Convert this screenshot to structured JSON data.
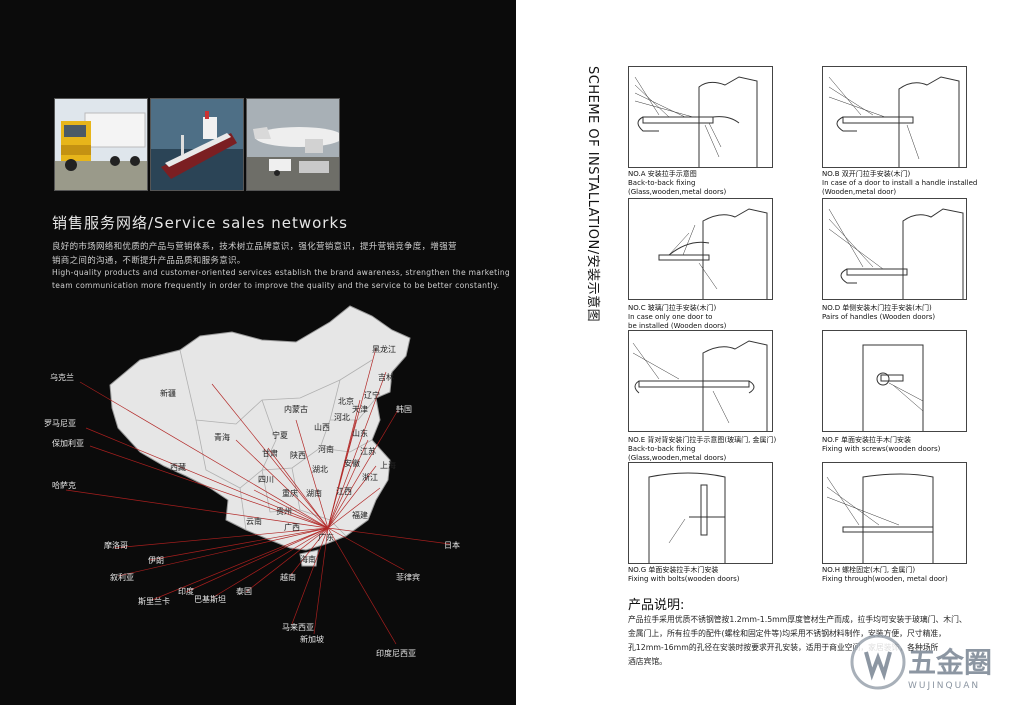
{
  "left_page": {
    "section_title": "销售服务网络/Service sales networks",
    "desc_lines": [
      "良好的市场网络和优质的产品与营销体系，技术树立品牌意识，强化营销意识，提升营销竞争度，增强营",
      "销商之间的沟通，不断提升产品品质和服务意识。",
      "High-quality products and customer-oriented services establish the brand awareness, strengthen the marketing",
      "team communication more frequently in order to improve the quality and the service to be better constantly."
    ],
    "photos": [
      "truck-photo",
      "ship-photo",
      "airplane-photo"
    ],
    "map_provinces": [
      "黑龙江",
      "吉林",
      "新疆",
      "内蒙古",
      "青海",
      "甘肃",
      "西藏",
      "四川",
      "陕西",
      "山西",
      "河北",
      "北京",
      "天津",
      "山东",
      "河南",
      "湖北",
      "湖南",
      "江西",
      "浙江",
      "上海",
      "重庆",
      "宁夏",
      "云南",
      "广西",
      "广东",
      "福建",
      "贵州",
      "海南",
      "安徽",
      "江苏",
      "辽宁"
    ],
    "destinations": [
      "乌克兰",
      "罗马尼亚",
      "保加利亚",
      "哈萨克",
      "摩洛哥",
      "伊朗",
      "叙利亚",
      "斯里兰卡",
      "巴基斯坦",
      "印度",
      "泰国",
      "越南",
      "马来西亚",
      "新加坡",
      "印度尼西亚",
      "菲律宾",
      "日本",
      "韩国"
    ]
  },
  "right_page": {
    "vertical_title": "SCHEME OF INSTALLATION/安装示意图",
    "panels": [
      {
        "cap1": "NO.A 安装拉手示意图",
        "cap2": "Back-to-back fixing",
        "cap3": "(Glass,wooden,metal doors)"
      },
      {
        "cap1": "NO.B 双开门拉手安装(木门)",
        "cap2": "In case of a door to install a handle installed",
        "cap3": "(Wooden,metal door)"
      },
      {
        "cap1": "NO.C 玻璃门拉手安装(木门)",
        "cap2": "In case only one door to",
        "cap3": "be installed (Wooden doors)"
      },
      {
        "cap1": "NO.D 单侧安装木门拉手安装(木门)",
        "cap2": "Pairs of handles (Wooden doors)",
        "cap3": ""
      },
      {
        "cap1": "NO.E 背对背安装门拉手示意图(玻璃门, 金属门)",
        "cap2": "Back-to-back fixing",
        "cap3": "(Glass,wooden,metal doors)"
      },
      {
        "cap1": "NO.F 单面安装拉手木门安装",
        "cap2": "Fixing with screws(wooden doors)",
        "cap3": ""
      },
      {
        "cap1": "NO.G 单面安装拉手木门安装",
        "cap2": "Fixing with bolts(wooden doors)",
        "cap3": ""
      },
      {
        "cap1": "NO.H 螺栓固定(木门, 金属门)",
        "cap2": "Fixing through(wooden, metal door)",
        "cap3": ""
      }
    ],
    "product_title": "产品说明:",
    "product_lines": [
      "产品拉手采用优质不锈钢管按1.2mm-1.5mm厚度管材生产而成，拉手均可安装于玻璃门、木门、",
      "金属门上，所有拉手的配件(螺栓和固定件等)均采用不锈钢材料制作，安装方便，尺寸精准，",
      "孔12mm-16mm的孔径在安装时按要求开孔安装，适用于商业空间，家居装饰，各种场所",
      "酒店宾馆。"
    ],
    "logo_text": "五金圈",
    "logo_sub": "WUJINQUAN"
  }
}
